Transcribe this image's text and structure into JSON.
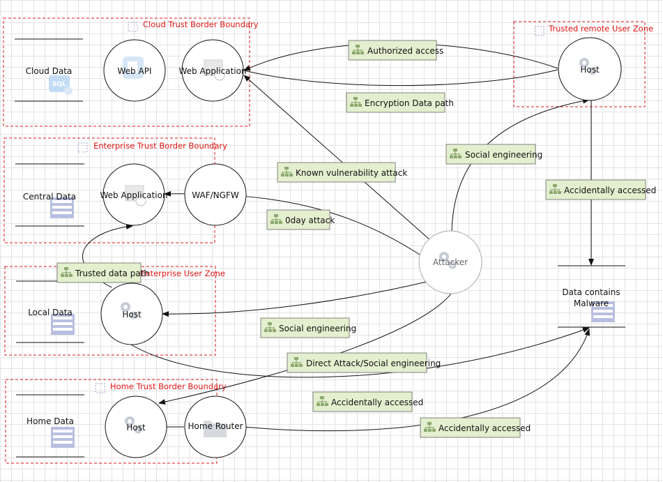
{
  "boundaries": {
    "cloud": "Cloud Trust Border Boundary",
    "enterprise": "Enterprise Trust Border Boundary",
    "enterprise_user": "Enterprise User Zone",
    "home": "Home Trust Border Boundary",
    "remote_user": "Trusted remote User Zone"
  },
  "stores": {
    "cloud_data": "Cloud Data",
    "central_data": "Central Data",
    "local_data": "Local Data",
    "home_data": "Home Data",
    "malware_data_line1": "Data contains",
    "malware_data_line2": "Malware"
  },
  "processes": {
    "web_api": "Web API",
    "cloud_web_app": "Web Application",
    "enterprise_web_app": "Web Application",
    "waf": "WAF/NGFW",
    "enterprise_host": "Host",
    "home_host": "Host",
    "home_router": "Home Router",
    "remote_host": "Host",
    "attacker": "Attacker"
  },
  "flows": {
    "authorized_access": "Authorized access",
    "encryption_path": "Encryption Data path",
    "known_vuln": "Known vulnerability attack",
    "zeroday": "0day attack",
    "social_eng_1": "Social engineering",
    "social_eng_2": "Social engineering",
    "accidental_1": "Accidentally accessed",
    "trusted_path": "Trusted data path",
    "direct_attack": "Direct Attack/Social engineering",
    "accidental_2": "Accidentally accessed",
    "accidental_3": "Accidentally accessed"
  },
  "colors": {
    "boundary": "#e01515",
    "flow_label_fill": "#e3efce",
    "store_icon": "#b9bfe0"
  }
}
